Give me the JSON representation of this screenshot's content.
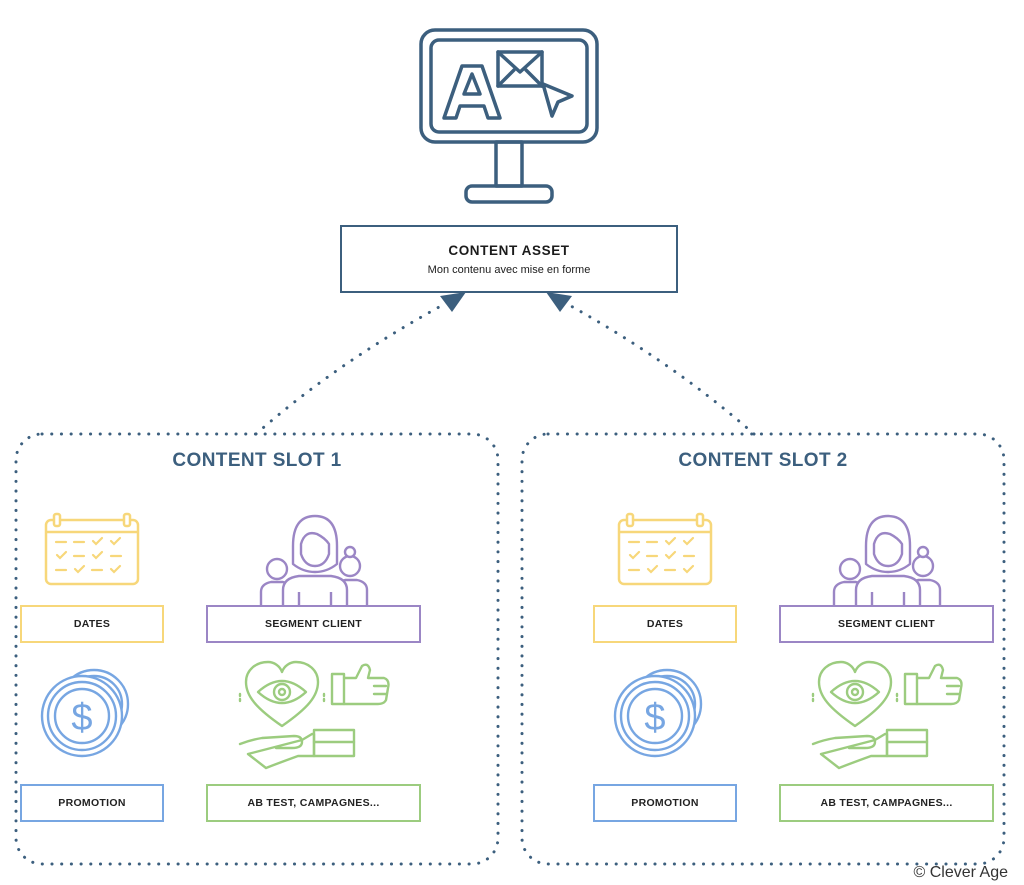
{
  "asset": {
    "title": "CONTENT ASSET",
    "subtitle": "Mon contenu avec mise en forme"
  },
  "slots": [
    {
      "title": "CONTENT SLOT 1",
      "dates_label": "DATES",
      "segment_label": "SEGMENT CLIENT",
      "promotion_label": "PROMOTION",
      "abtest_label": "AB TEST, CAMPAGNES..."
    },
    {
      "title": "CONTENT SLOT 2",
      "dates_label": "DATES",
      "segment_label": "SEGMENT CLIENT",
      "promotion_label": "PROMOTION",
      "abtest_label": "AB TEST, CAMPAGNES..."
    }
  ],
  "copyright": "© Clever Age",
  "icons": {
    "monitor": "monitor-icon",
    "calendar": "calendar-icon",
    "people": "people-group-icon",
    "coins": "dollar-coins-icon",
    "marketing": "heart-eye-hand-icon"
  },
  "colors": {
    "navy": "#3c5f7e",
    "yellow": "#f7d77a",
    "purple": "#9b86c5",
    "blue": "#77a6e2",
    "green": "#9ccc7f"
  }
}
